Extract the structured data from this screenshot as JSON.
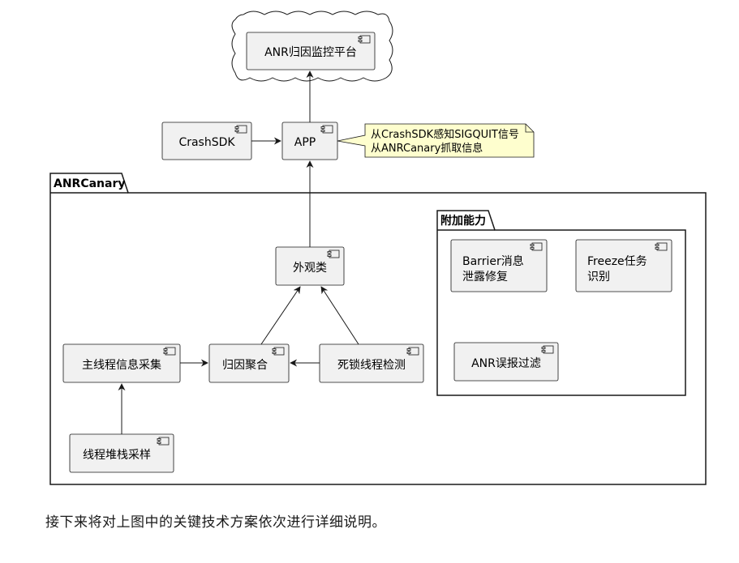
{
  "diagram": {
    "cloud": {
      "label": "ANR归因监控平台"
    },
    "crashsdk": {
      "label": "CrashSDK"
    },
    "app": {
      "label": "APP"
    },
    "note": {
      "lines": [
        "从CrashSDK感知SIGQUIT信号",
        "从ANRCanary抓取信息"
      ],
      "fill": "#fefece"
    },
    "package_anrcanary": {
      "label": "ANRCanary"
    },
    "package_extra": {
      "label": "附加能力"
    },
    "facade": {
      "label": "外观类"
    },
    "main_thread": {
      "label": "主线程信息采集"
    },
    "attribution": {
      "label": "归因聚合"
    },
    "deadlock": {
      "label": "死锁线程检测"
    },
    "stack_sampling": {
      "label": "线程堆栈采样"
    },
    "barrier": {
      "lines": [
        "Barrier消息",
        "泄露修复"
      ]
    },
    "freeze": {
      "lines": [
        "Freeze任务",
        "识别"
      ]
    },
    "anr_filter": {
      "label": "ANR误报过滤"
    },
    "component_fill": "#f1f1f1",
    "border_color": "#181818"
  },
  "caption": "接下来将对上图中的关键技术方案依次进行详细说明。"
}
